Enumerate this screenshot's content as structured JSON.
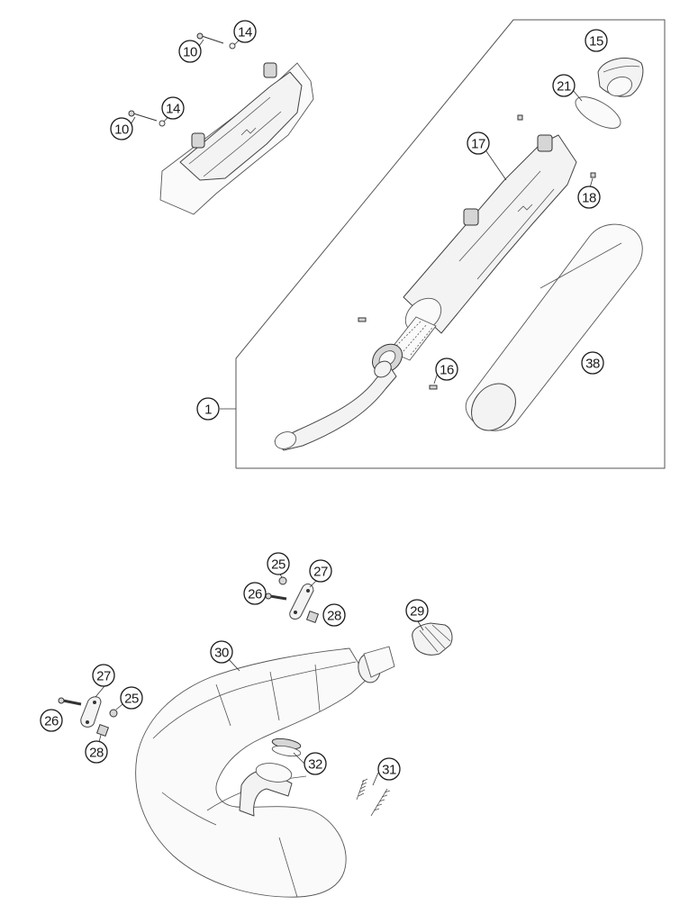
{
  "callouts": {
    "c1": "1",
    "c10a": "10",
    "c10b": "10",
    "c14a": "14",
    "c14b": "14",
    "c15": "15",
    "c16": "16",
    "c17": "17",
    "c18": "18",
    "c21": "21",
    "c25a": "25",
    "c25b": "25",
    "c26a": "26",
    "c26b": "26",
    "c27a": "27",
    "c27b": "27",
    "c28a": "28",
    "c28b": "28",
    "c29": "29",
    "c30": "30",
    "c31": "31",
    "c32": "32",
    "c38": "38"
  },
  "colors": {
    "line": "#444444",
    "fill": "#f3f3f3",
    "background": "#ffffff"
  },
  "icons": {
    "logo_mark": "silencer-brand-logo"
  }
}
